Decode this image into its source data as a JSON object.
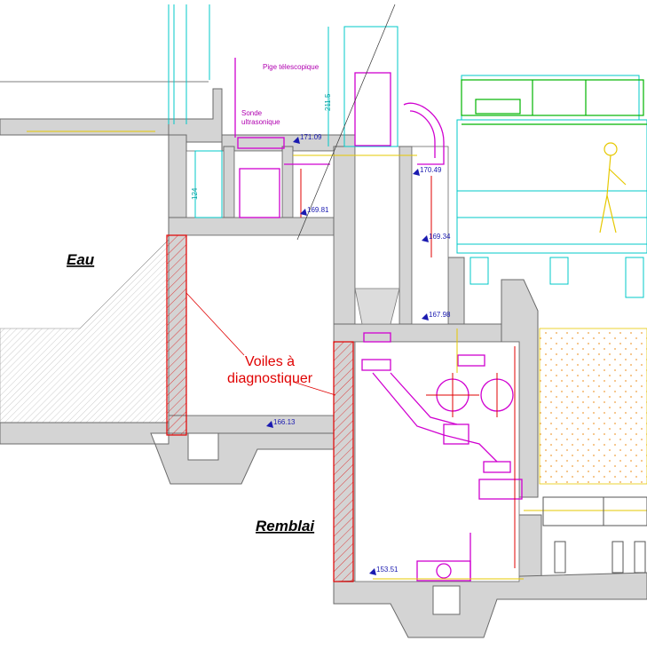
{
  "labels": {
    "water": "Eau",
    "backfill": "Remblai",
    "walls_line1": "Voiles à",
    "walls_line2": "diagnostiquer",
    "telescopic_gauge": "Pige télescopique",
    "probe_line1": "Sonde",
    "probe_line2": "ultrasonique"
  },
  "elevations": [
    "171.09",
    "170.49",
    "169.81",
    "169.34",
    "167.98",
    "166.13",
    "153.51"
  ],
  "dimensions": [
    "211.5",
    "124"
  ],
  "colors": {
    "concrete": "#d4d4d4",
    "concrete_edge": "#6a6a6a",
    "red_wall": "#e00000",
    "magenta": "#d000d0",
    "cyan": "#00c8c8",
    "green": "#00b400",
    "yellow": "#e6c800",
    "orange_dots": "#f0a040",
    "blue": "#1a1ab0"
  }
}
